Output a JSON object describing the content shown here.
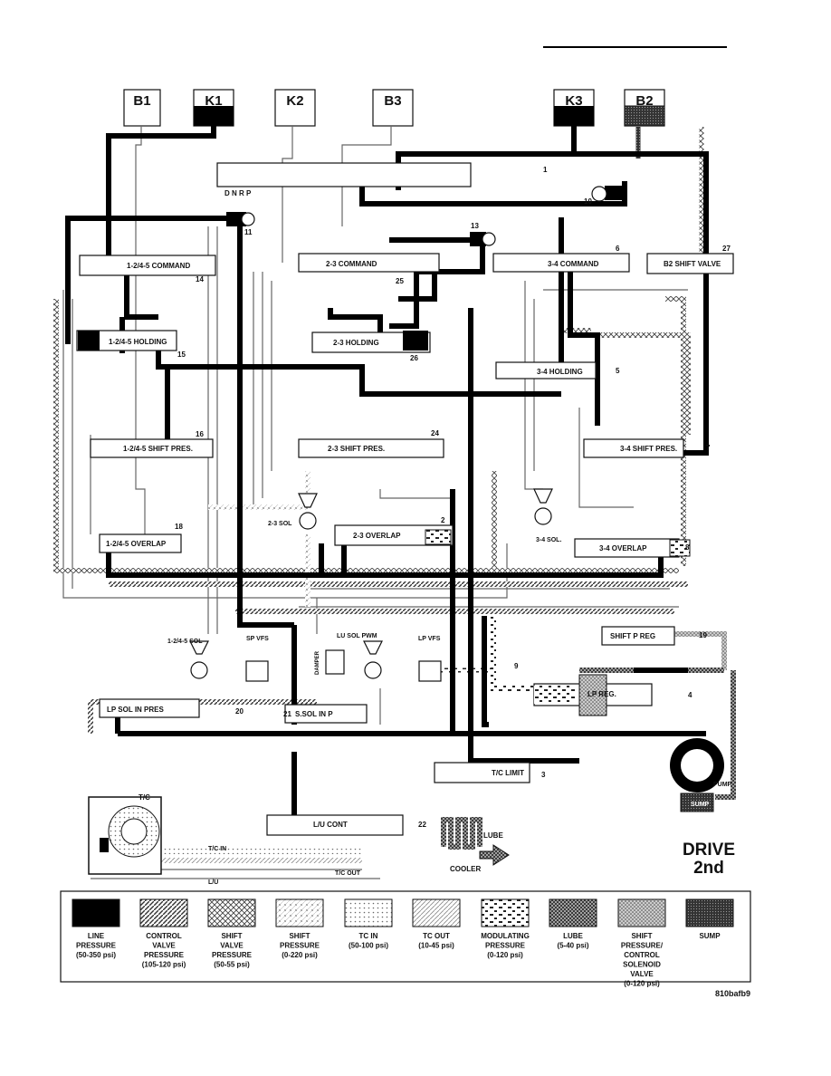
{
  "clutches": [
    "B1",
    "K1",
    "K2",
    "B3",
    "K3",
    "B2"
  ],
  "selector_positions": "D N R P",
  "valves": {
    "c1245": "1-2/4-5 COMMAND",
    "c23": "2-3 COMMAND",
    "c34": "3-4 COMMAND",
    "b2": "B2 SHIFT VALVE",
    "h1245": "1-2/4-5 HOLDING",
    "h23": "2-3 HOLDING",
    "h34": "3-4 HOLDING",
    "s1245": "1-2/4-5 SHIFT PRES.",
    "s23": "2-3 SHIFT PRES.",
    "s34": "3-4 SHIFT PRES.",
    "o1245": "1-2/4-5 OVERLAP",
    "o23": "2-3 OVERLAP",
    "o34": "3-4 OVERLAP",
    "shiftpreg": "SHIFT P REG",
    "lpreg": "LP REG.",
    "lpsol": "LP SOL IN PRES",
    "ssol": "S.SOL IN P",
    "tclimit": "T/C LIMIT",
    "lucont": "L/U CONT"
  },
  "solenoids": {
    "sol23": "2-3 SOL",
    "sol34": "3-4 SOL.",
    "sol1245": "1-2/4-5 SOL",
    "spvfs": "SP VFS",
    "lusol": "LU SOL PWM",
    "lpvfs": "LP VFS",
    "damper": "DAMPER"
  },
  "callouts": [
    "1",
    "2",
    "3",
    "4",
    "5",
    "6",
    "7",
    "8",
    "9",
    "10",
    "11",
    "13",
    "14",
    "15",
    "16",
    "18",
    "19",
    "20",
    "21",
    "22",
    "24",
    "25",
    "26",
    "27"
  ],
  "misc": {
    "tc": "T/C",
    "tcin": "T/C IN",
    "tcout": "T/C OUT",
    "lu": "L/U",
    "lube": "LUBE",
    "cooler": "COOLER",
    "pump": "PUMP",
    "sump": "SUMP"
  },
  "mode": {
    "line1": "DRIVE",
    "line2": "2nd"
  },
  "legend": [
    {
      "name": "LINE PRESSURE",
      "range": "(50-350 psi)"
    },
    {
      "name": "CONTROL VALVE PRESSURE",
      "range": "(105-120 psi)"
    },
    {
      "name": "SHIFT VALVE PRESSURE",
      "range": "(50-55 psi)"
    },
    {
      "name": "SHIFT PRESSURE",
      "range": "(0-220 psi)"
    },
    {
      "name": "TC IN",
      "range": "(50-100 psi)"
    },
    {
      "name": "TC OUT",
      "range": "(10-45 psi)"
    },
    {
      "name": "MODULATING PRESSURE",
      "range": "(0-120 psi)"
    },
    {
      "name": "LUBE",
      "range": "(5-40 psi)"
    },
    {
      "name": "SHIFT PRESSURE/ CONTROL SOLENOID VALVE",
      "range": "(0-120 psi)"
    },
    {
      "name": "SUMP",
      "range": ""
    }
  ],
  "figure_id": "810bafb9"
}
